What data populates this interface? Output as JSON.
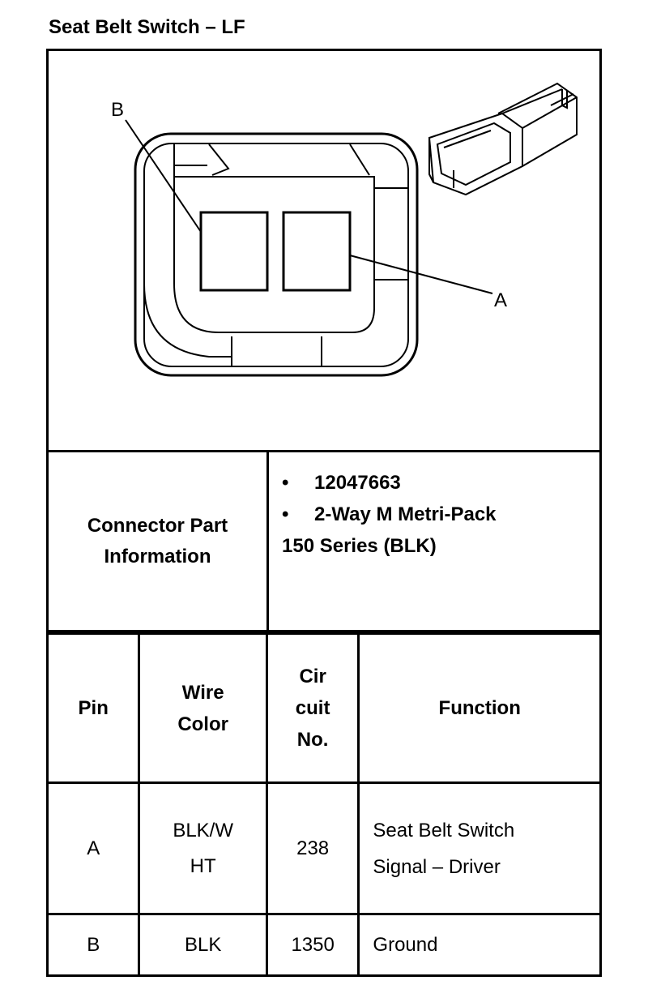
{
  "title": "Seat Belt Switch – LF",
  "diagram": {
    "label_b": "B",
    "label_a": "A"
  },
  "connector": {
    "heading_line1": "Connector Part",
    "heading_line2": "Information",
    "bullet": "•",
    "part_number": "12047663",
    "description_line1": "2-Way M Metri-Pack",
    "description_line2": "150 Series (BLK)"
  },
  "table": {
    "headers": {
      "pin": "Pin",
      "wire_color_1": "Wire",
      "wire_color_2": "Color",
      "circuit_1": "Cir",
      "circuit_2": "cuit",
      "circuit_3": "No.",
      "function": "Function"
    },
    "rows": [
      {
        "pin": "A",
        "wire_1": "BLK/W",
        "wire_2": "HT",
        "circuit": "238",
        "function_1": "Seat Belt Switch",
        "function_2": "Signal – Driver"
      },
      {
        "pin": "B",
        "wire_1": "BLK",
        "circuit": "1350",
        "function_1": "Ground"
      }
    ]
  }
}
